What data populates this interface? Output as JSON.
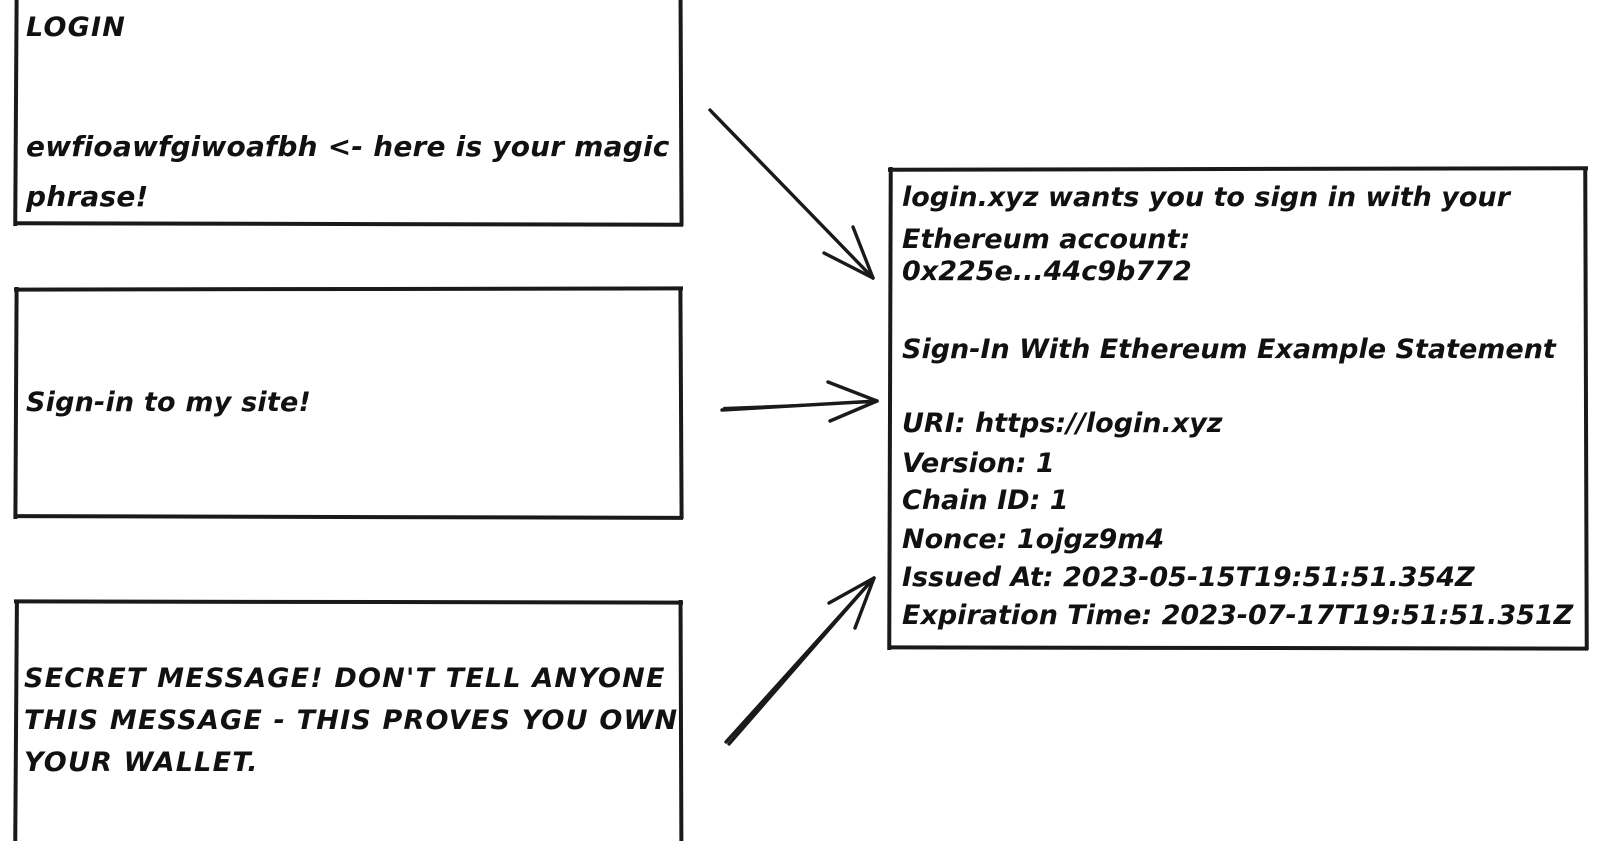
{
  "diagram": {
    "title": "Sign-In With Ethereum message comparison",
    "stroke_color": "#1a1a1a",
    "background_color": "#ffffff"
  },
  "left_panels": [
    {
      "id": "login-panel",
      "name": "login-magic-phrase-box",
      "heading": "LOGIN",
      "body": "ewfioawfgiwoafbh <- here is your magic\nphrase!"
    },
    {
      "id": "signin-panel",
      "name": "sign-in-prompt-box",
      "body": "Sign-in to my site!"
    },
    {
      "id": "secret-panel",
      "name": "secret-message-box",
      "body": "SECRET MESSAGE! DON'T TELL ANYONE\nTHIS MESSAGE - THIS PROVES YOU OWN\nYOUR WALLET."
    }
  ],
  "siwe_panel": {
    "name": "siwe-message-box",
    "lines": [
      "login.xyz wants you to sign in with your",
      "Ethereum account:",
      "0x225e...44c9b772",
      "",
      "Sign-In With Ethereum Example Statement",
      "",
      "URI: https://login.xyz",
      "Version: 1",
      "Chain ID: 1",
      "Nonce: 1ojgz9m4",
      "Issued At: 2023-05-15T19:51:51.354Z",
      "Expiration Time: 2023-07-17T19:51:51.351Z"
    ],
    "fields": {
      "domain": "login.xyz",
      "address": "0x225e...44c9b772",
      "statement": "Sign-In With Ethereum Example Statement",
      "uri": "https://login.xyz",
      "version": "1",
      "chain_id": "1",
      "nonce": "1ojgz9m4",
      "issued_at": "2023-05-15T19:51:51.354Z",
      "expiration_time": "2023-07-17T19:51:51.351Z"
    }
  },
  "arrows": [
    {
      "name": "arrow-login-to-siwe",
      "direction": "down-right"
    },
    {
      "name": "arrow-signin-to-siwe",
      "direction": "right"
    },
    {
      "name": "arrow-secret-to-siwe",
      "direction": "up-right"
    }
  ]
}
